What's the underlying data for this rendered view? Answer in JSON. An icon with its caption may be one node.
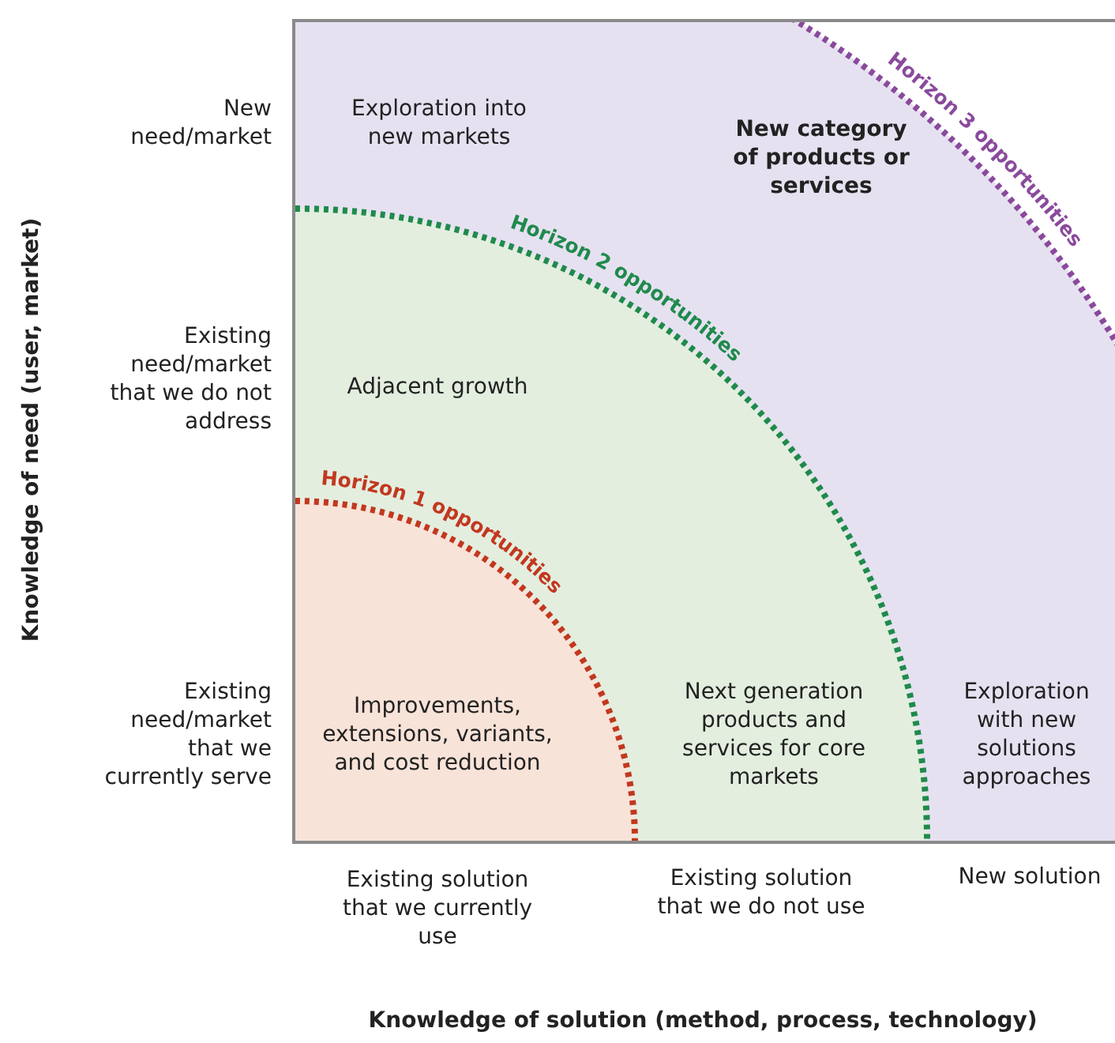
{
  "diagram": {
    "nodes": [
      {
        "text": [
          "Exploration into new markets",
          "Horizon 3 opportunities",
          "New category of products or services",
          "Exploration with new solutions approaches"
        ]
      },
      {
        "text": [
          "Horizon 2 opportunities",
          "Adjacent growth",
          "Next generation products and services for core markets"
        ],
        "in": 0
      },
      {
        "text": [
          "Horizon 1 opportunities",
          "Improvements, extensions, variants, and cost reduction"
        ],
        "in": 1
      }
    ],
    "labels": [
      "New need/market",
      "Existing need/market that we do not address",
      "Existing need/market that we currently serve",
      "Knowledge of need (user, market)",
      "Existing solution that we currently use",
      "Existing solution that we do not use",
      "New solution",
      "Knowledge of solution (method, process, technology)"
    ]
  }
}
